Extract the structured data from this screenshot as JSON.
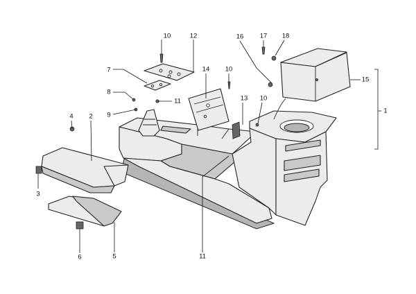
{
  "diagram": {
    "callouts": [
      {
        "id": "c10a",
        "label": "10"
      },
      {
        "id": "c12",
        "label": "12"
      },
      {
        "id": "c16",
        "label": "16"
      },
      {
        "id": "c17",
        "label": "17"
      },
      {
        "id": "c18",
        "label": "18"
      },
      {
        "id": "c7",
        "label": "7"
      },
      {
        "id": "c14",
        "label": "14"
      },
      {
        "id": "c10b",
        "label": "10"
      },
      {
        "id": "c15",
        "label": "15"
      },
      {
        "id": "c8",
        "label": "8"
      },
      {
        "id": "c11a",
        "label": "11"
      },
      {
        "id": "c13",
        "label": "13"
      },
      {
        "id": "c10c",
        "label": "10"
      },
      {
        "id": "c9",
        "label": "9"
      },
      {
        "id": "c1",
        "label": "1"
      },
      {
        "id": "c4",
        "label": "4"
      },
      {
        "id": "c2",
        "label": "2"
      },
      {
        "id": "c3",
        "label": "3"
      },
      {
        "id": "c6",
        "label": "6"
      },
      {
        "id": "c5",
        "label": "5"
      },
      {
        "id": "c11b",
        "label": "11"
      }
    ]
  }
}
